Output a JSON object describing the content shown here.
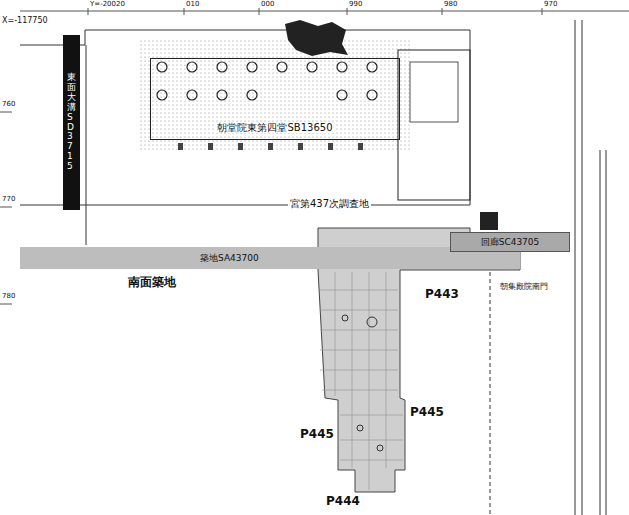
{
  "diagram": {
    "nodes": [
      {
        "text": [
          "朝堂院東第四堂SB13650"
        ]
      },
      {
        "text": [
          "築地SA43700"
        ]
      },
      {
        "text": [
          "回廊SC43705"
        ]
      },
      {
        "text": [
          "東面大溝SD3715"
        ]
      }
    ],
    "labels": [
      "X=-117750",
      "Y=-20020",
      "010",
      "000",
      "990",
      "980",
      "970",
      "760",
      "770",
      "780",
      "宮第437次調査地",
      "南面築地",
      "P443",
      "P445",
      "P445",
      "P444",
      "朝集殿院南門"
    ]
  }
}
